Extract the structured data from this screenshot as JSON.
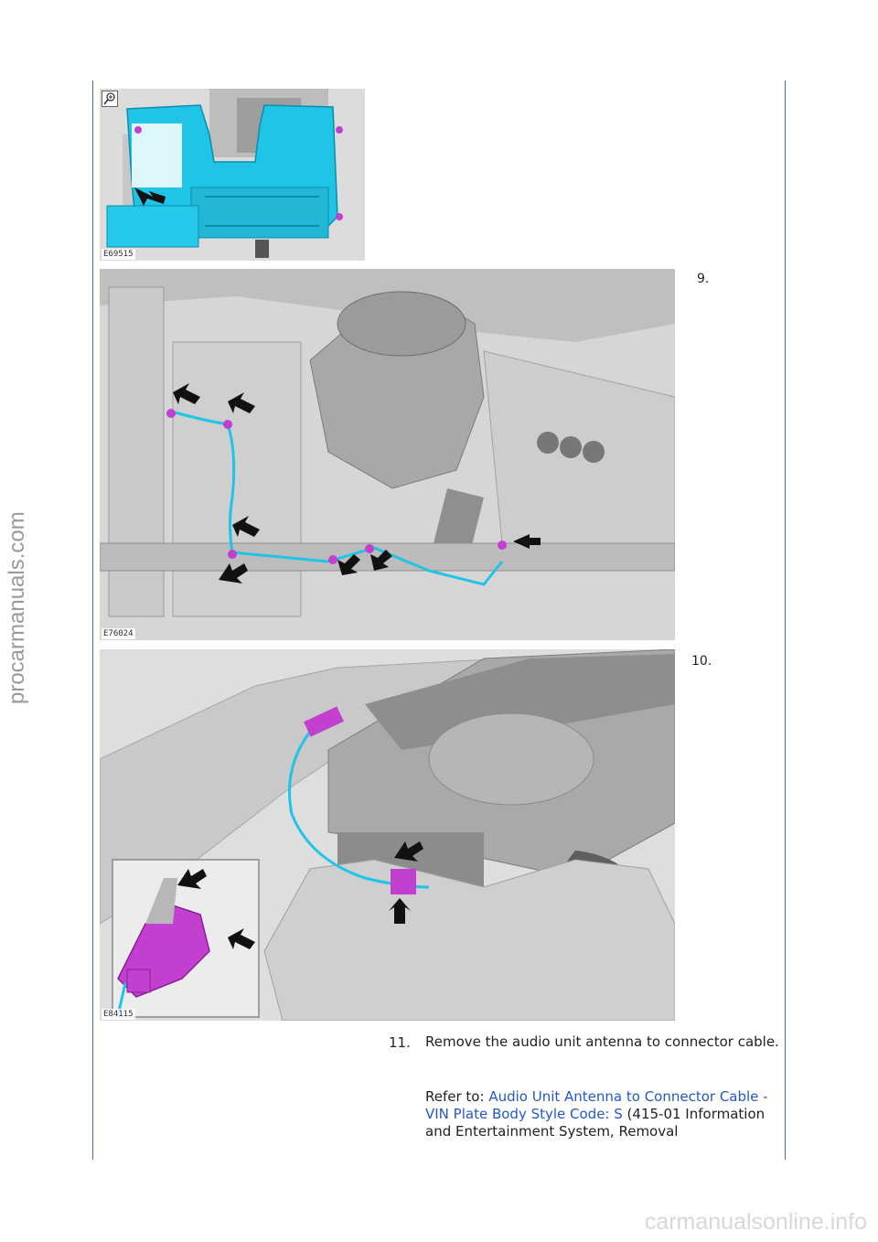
{
  "watermarks": {
    "side": "procarmanuals.com",
    "bottom": "carmanualsonline.info"
  },
  "figures": {
    "fig1": {
      "code": "E69515",
      "icon": "zoom-in-icon"
    },
    "fig2": {
      "code": "E76024"
    },
    "fig3": {
      "code": "E84115"
    }
  },
  "steps": {
    "s9": {
      "number": "9."
    },
    "s10": {
      "number": "10."
    },
    "s11": {
      "number": "11.",
      "text": "Remove the audio unit antenna to connector cable.",
      "refer_prefix": "Refer to: ",
      "refer_link": "Audio Unit Antenna to Connector Cable - VIN Plate Body Style Code: S",
      "refer_suffix": " (415-01 Information and Entertainment System, Removal"
    }
  },
  "colors": {
    "rule": "#3a6fc4",
    "link": "#2457c9",
    "highlight_cyan": "#1fc4e6",
    "highlight_magenta": "#c23fd0"
  }
}
